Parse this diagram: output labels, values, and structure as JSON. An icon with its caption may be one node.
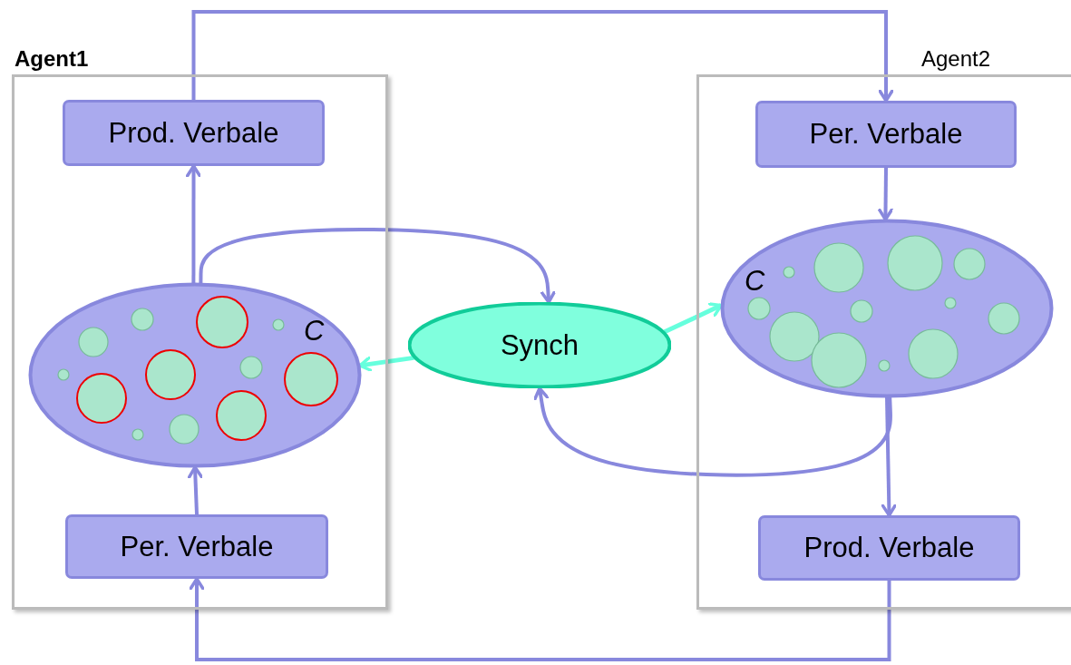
{
  "diagram": {
    "nodes": [
      {
        "text": [
          "Agent1"
        ]
      },
      {
        "text": [
          "Prod. Verbale"
        ],
        "in": 0
      },
      {
        "text": [
          "C"
        ],
        "in": 0
      },
      {
        "text": [
          "Per. Verbale"
        ],
        "in": 0
      },
      {
        "text": [
          "Agent2"
        ]
      },
      {
        "text": [
          "Per. Verbale"
        ],
        "in": 4
      },
      {
        "text": [
          "C"
        ],
        "in": 4
      },
      {
        "text": [
          "Prod. Verbale"
        ],
        "in": 4
      },
      {
        "text": [
          "Synch"
        ]
      }
    ],
    "edges": [
      {
        "from": 2,
        "to": 1,
        "arrow": "to"
      },
      {
        "from": 1,
        "to": 5,
        "arrow": "to"
      },
      {
        "from": 5,
        "to": 6,
        "arrow": "to"
      },
      {
        "from": 6,
        "to": 7,
        "arrow": "to"
      },
      {
        "from": 7,
        "to": 3,
        "arrow": "to"
      },
      {
        "from": 3,
        "to": 2,
        "arrow": "to"
      },
      {
        "from": 2,
        "to": 8,
        "arrow": "to"
      },
      {
        "from": 8,
        "to": 2,
        "arrow": "to",
        "color": "#66ffdd"
      },
      {
        "from": 8,
        "to": 6,
        "arrow": "to",
        "color": "#66ffdd"
      },
      {
        "from": 6,
        "to": 8,
        "arrow": "to"
      }
    ]
  }
}
